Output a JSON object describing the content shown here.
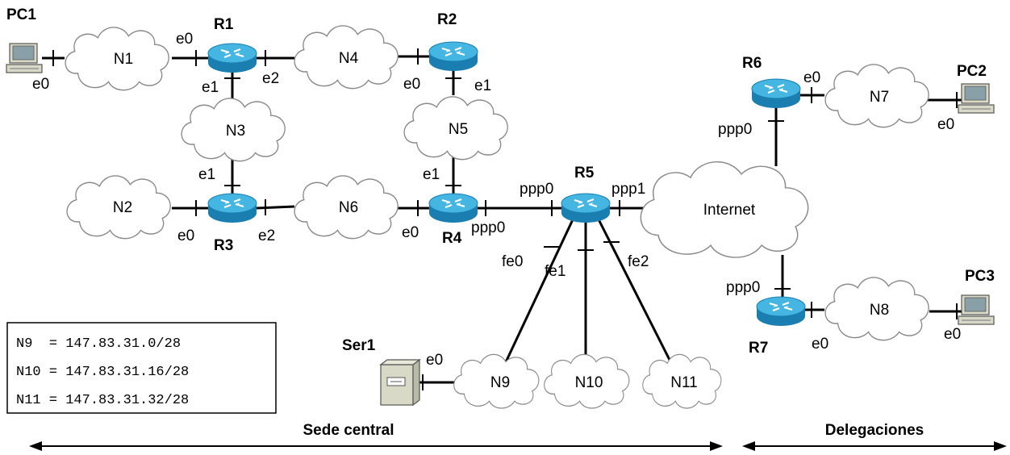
{
  "devices": {
    "pc1": "PC1",
    "pc2": "PC2",
    "pc3": "PC3",
    "r1": "R1",
    "r2": "R2",
    "r3": "R3",
    "r4": "R4",
    "r5": "R5",
    "r6": "R6",
    "r7": "R7",
    "ser1": "Ser1"
  },
  "networks": {
    "n1": "N1",
    "n2": "N2",
    "n3": "N3",
    "n4": "N4",
    "n5": "N5",
    "n6": "N6",
    "n7": "N7",
    "n8": "N8",
    "n9": "N9",
    "n10": "N10",
    "n11": "N11",
    "internet": "Internet"
  },
  "interfaces": {
    "pc1_e0": "e0",
    "r1_e0": "e0",
    "r1_e1": "e1",
    "r1_e2": "e2",
    "r2_e0": "e0",
    "r2_e1": "e1",
    "r3_e0": "e0",
    "r3_e1": "e1",
    "r3_e2": "e2",
    "r4_e0": "e0",
    "r4_e1": "e1",
    "r4_ppp0": "ppp0",
    "r5_ppp0": "ppp0",
    "r5_ppp1": "ppp1",
    "r5_fe0": "fe0",
    "r5_fe1": "fe1",
    "r5_fe2": "fe2",
    "r6_e0": "e0",
    "r6_ppp0": "ppp0",
    "r7_ppp0": "ppp0",
    "r7_e0": "e0",
    "pc2_e0": "e0",
    "pc3_e0": "e0",
    "ser1_e0": "e0"
  },
  "address_table": [
    "N9  = 147.83.31.0/28",
    "N10 = 147.83.31.16/28",
    "N11 = 147.83.31.32/28"
  ],
  "regions": {
    "central": "Sede central",
    "branches": "Delegaciones"
  },
  "colors": {
    "router_body": "#1a8bbf",
    "router_top": "#3fb0dd",
    "cloud_stroke": "#8a8a8a",
    "link": "#000000"
  }
}
